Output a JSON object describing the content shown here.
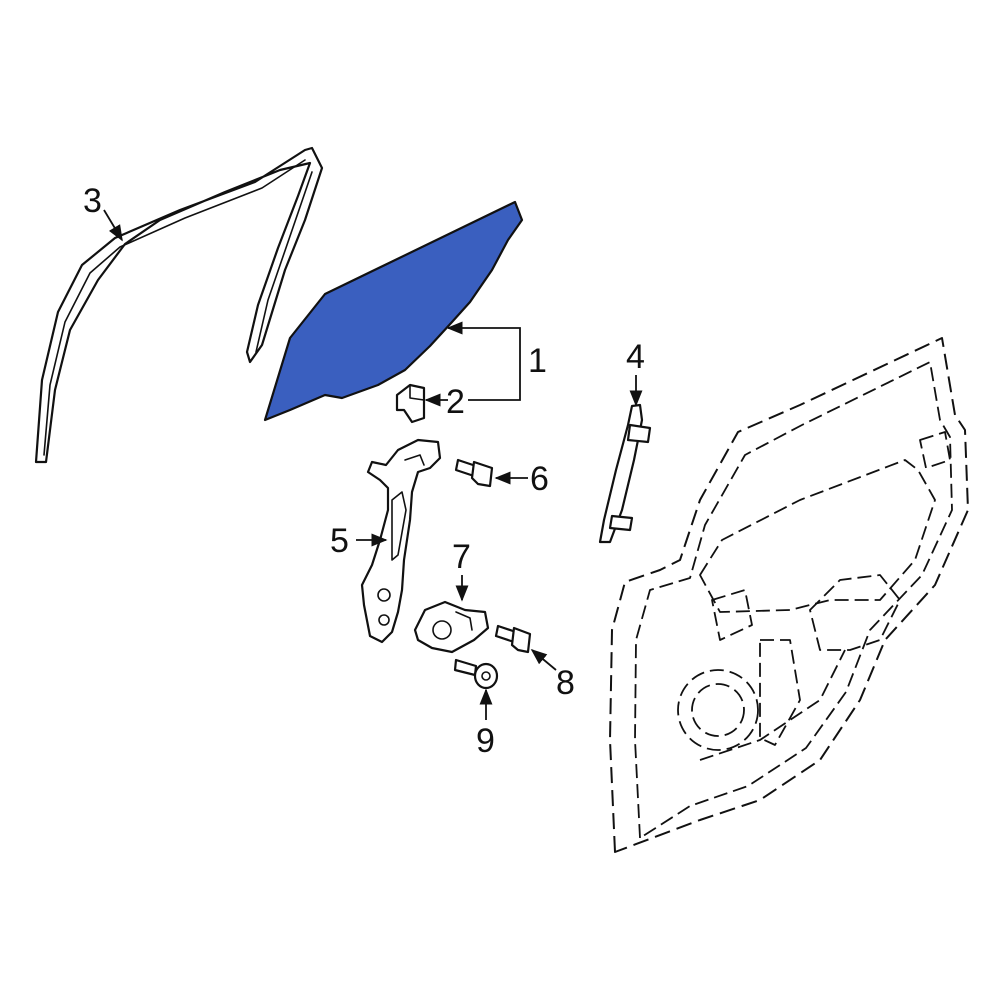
{
  "colors": {
    "highlight": "#3a5fbf",
    "line": "#111111",
    "background": "#ffffff"
  },
  "callouts": {
    "c1": "1",
    "c2": "2",
    "c3": "3",
    "c4": "4",
    "c5": "5",
    "c6": "6",
    "c7": "7",
    "c8": "8",
    "c9": "9"
  }
}
